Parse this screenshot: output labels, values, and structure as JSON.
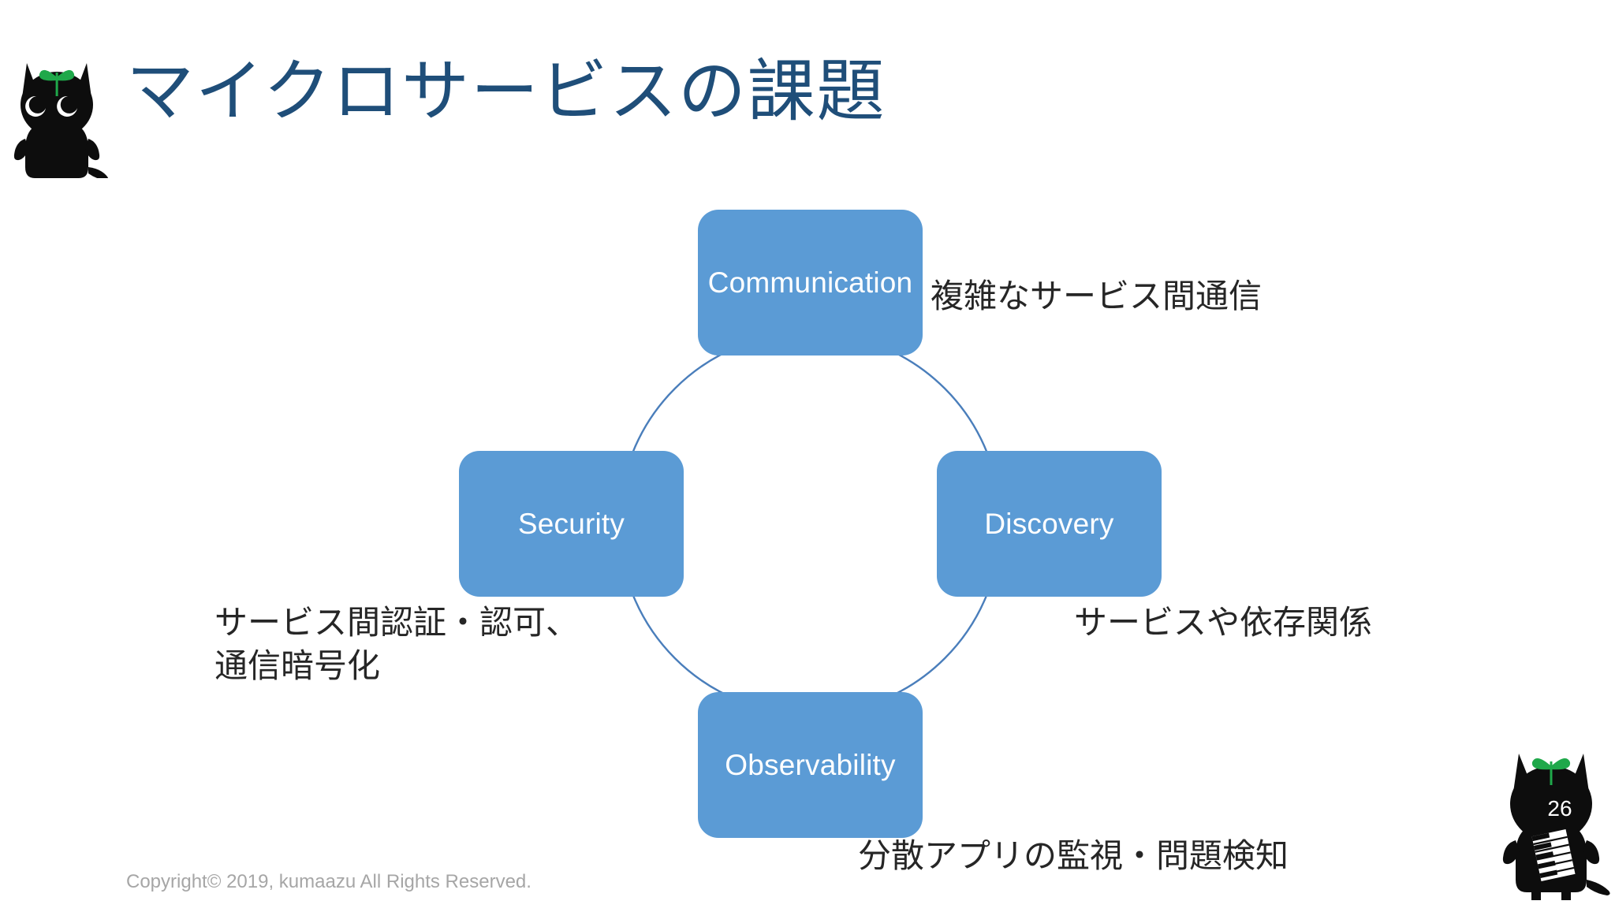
{
  "slide": {
    "title": "マイクロサービスの課題",
    "title_color": "#1F4E79",
    "background_color": "#FFFFFF",
    "page_number": "26",
    "copyright": "Copyright© 2019, kumaazu All Rights Reserved.",
    "copyright_color": "#A6A6A6"
  },
  "diagram": {
    "type": "cycle",
    "shape": "circle",
    "node_fill": "#5B9BD5",
    "node_text_color": "#FFFFFF",
    "circle_stroke": "#4A7EBB",
    "caption_color": "#262626",
    "nodes": [
      {
        "id": "communication",
        "label": "Communication",
        "position": "top",
        "caption": "複雑なサービス間通信"
      },
      {
        "id": "discovery",
        "label": "Discovery",
        "position": "right",
        "caption": "サービスや依存関係"
      },
      {
        "id": "observability",
        "label": "Observability",
        "position": "bottom",
        "caption": "分散アプリの監視・問題検知"
      },
      {
        "id": "security",
        "label": "Security",
        "position": "left",
        "caption": "サービス間認証・認可、\n通信暗号化"
      }
    ]
  },
  "mascot": {
    "name": "kumaazu-cat-logo",
    "body_color": "#0D0D0D",
    "sprout_color": "#1FA84A"
  }
}
